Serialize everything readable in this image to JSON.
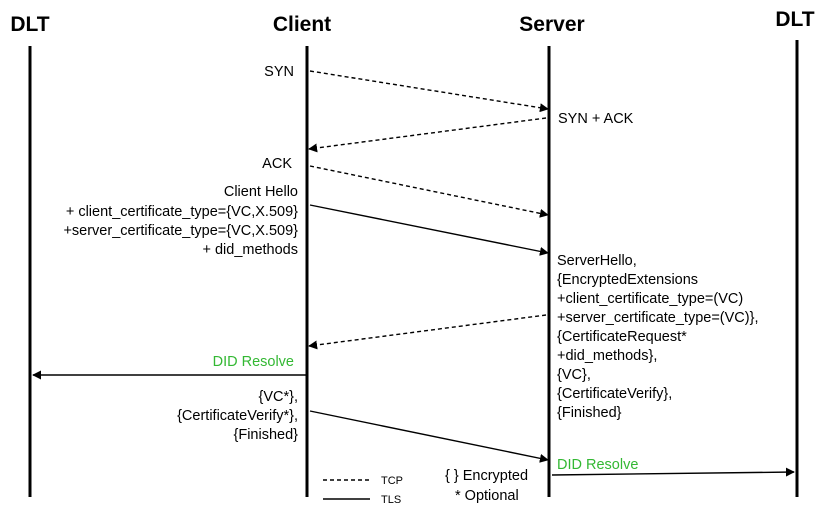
{
  "headers": {
    "dlt_left": "DLT",
    "client": "Client",
    "server": "Server",
    "dlt_right": "DLT"
  },
  "messages": {
    "syn": "SYN",
    "syn_ack": "SYN + ACK",
    "ack": "ACK",
    "client_hello": [
      "Client Hello",
      "+ client_certificate_type={VC,X.509}",
      "+server_certificate_type={VC,X.509}",
      "+ did_methods"
    ],
    "server_hello": [
      "ServerHello,",
      "{EncryptedExtensions",
      "+client_certificate_type=(VC)",
      "+server_certificate_type=(VC)},",
      "{CertificateRequest*",
      "+did_methods},",
      "{VC},",
      "{CertificateVerify},",
      "{Finished}"
    ],
    "client_did_resolve": "DID Resolve",
    "client_finished": [
      "{VC*},",
      "{CertificateVerify*},",
      "{Finished}"
    ],
    "server_did_resolve": "DID Resolve"
  },
  "legend": {
    "tcp": "TCP",
    "tls": "TLS",
    "encrypted": "{ } Encrypted",
    "optional": "* Optional"
  },
  "colors": {
    "did_resolve": "#33b833",
    "line": "#000000"
  }
}
